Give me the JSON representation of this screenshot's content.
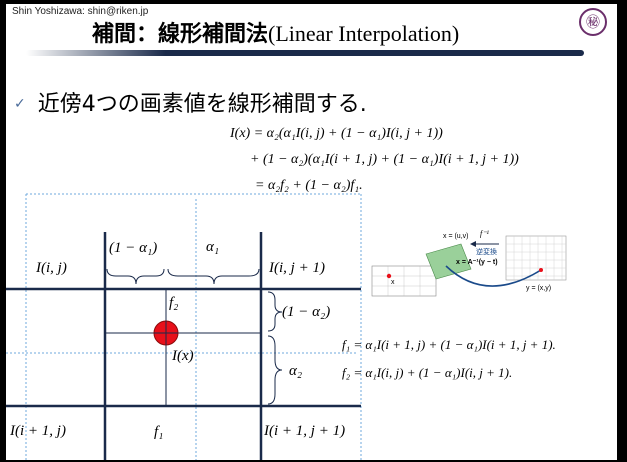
{
  "header": {
    "author": "Shin Yoshizawa: shin@riken.jp",
    "title_jp": "補間：線形補間法",
    "title_en": "(Linear Interpolation)",
    "logo_glyph": "㊙"
  },
  "bullet": {
    "text": "近傍4つの画素値を線形補間する."
  },
  "equations": {
    "line1": "I(x) = α₂(α₁I(i, j) + (1 − α₁)I(i, j + 1))",
    "line2": "+ (1 − α₂)(α₁I(i + 1, j) + (1 − α₁)I(i + 1, j + 1))",
    "line3": "= α₂f₂ + (1 − α₂)f₁.",
    "f1": "f₁ = α₁I(i + 1, j) + (1 − α₁)I(i + 1, j + 1).",
    "f2": "f₂ = α₁I(i, j) + (1 − α₁)I(i, j + 1)."
  },
  "grid_labels": {
    "top_left": "I(i, j)",
    "top_right": "I(i, j + 1)",
    "bottom_left": "I(i + 1, j)",
    "bottom_right": "I(i + 1, j + 1)",
    "one_minus_a1": "(1 − α₁)",
    "a1": "α₁",
    "one_minus_a2": "(1 − α₂)",
    "a2": "α₂",
    "f2": "f₂",
    "f1": "f₁",
    "Ix": "I(x)"
  },
  "inset": {
    "x_uv": "x = (u,v)",
    "f_inv": "f⁻¹",
    "inverse_label": "逆変換",
    "formula": "x = A⁻¹(y − t)",
    "x_dot": "x",
    "y_xy": "y = (x,y)"
  },
  "colors": {
    "grid_line": "#1a2a4a",
    "dashed": "#6fa8dc",
    "point": "#e8101a",
    "inset_green": "#9ad09a",
    "inset_curve": "#1a4a8a"
  }
}
